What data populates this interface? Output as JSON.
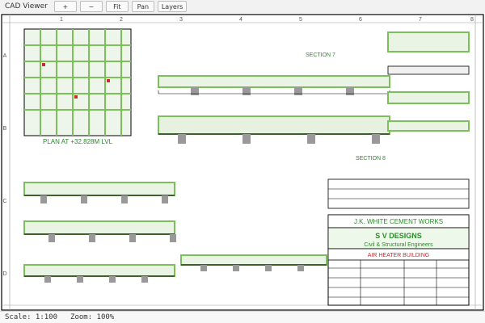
{
  "app": {
    "title": "CAD Viewer"
  },
  "toolbar": {
    "zoom_in": "+",
    "zoom_out": "−",
    "fit": "Fit",
    "pan": "Pan",
    "layers": "Layers"
  },
  "sheet": {
    "grid_cols": [
      "1",
      "2",
      "3",
      "4",
      "5",
      "6",
      "7",
      "8"
    ],
    "grid_rows": [
      "A",
      "B",
      "C",
      "D"
    ]
  },
  "labels": {
    "plan_title": "PLAN AT +32.828M LVL",
    "section7": "SECTION 7",
    "section8": "SECTION 8"
  },
  "titleblock": {
    "client": "J.K. WHITE CEMENT WORKS",
    "firm": "S V DESIGNS",
    "firm_sub": "Civil & Structural Engineers",
    "building": "AIR HEATER BUILDING"
  },
  "status": {
    "scale": "Scale: 1:100",
    "zoom": "Zoom: 100%"
  },
  "colors": {
    "ink": "#1a1a1a",
    "green": "#7cc05a",
    "red": "#cc2a2a",
    "blue": "#2b5ca8"
  }
}
